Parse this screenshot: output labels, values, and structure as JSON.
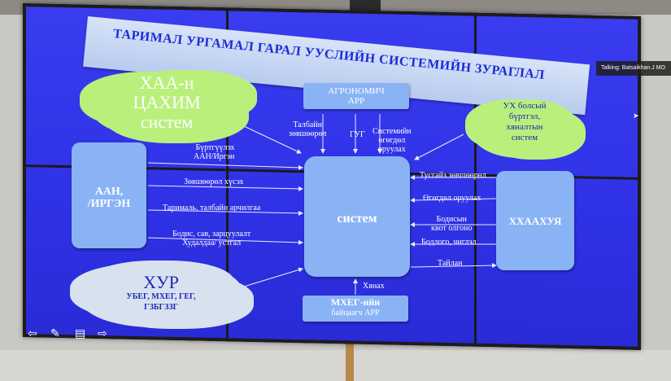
{
  "title": "ТАРИМАЛ УРГАМАЛ ГАРАЛ УУСЛИЙН СИСТЕМИЙН ЗУРАГЛАЛ",
  "nodes": {
    "hkhaa_cloud": [
      "ХАА-н",
      "ЦАХИМ",
      "систем"
    ],
    "agronomist_app": [
      "АГРОНОМИЧ",
      "АРР"
    ],
    "uh_cloud": [
      "УХ болсый",
      "бүртгэл,",
      "хяналтын",
      "систем"
    ],
    "aan_box": [
      "ААН,",
      "/ИРГЭН"
    ],
    "system_box": "систем",
    "hkhaakhuya_box": "ХХААХУЯ",
    "khur_cloud": [
      "ХУР",
      "УБЕГ, МХЕГ, ГЕГ,",
      "ГЗБГЗЗГ"
    ],
    "mkheg_box": [
      "МХЕГ-ийн",
      "байцаагч АРР"
    ]
  },
  "edges": {
    "talbain": [
      "Талбайн",
      "зөвшөөрөл"
    ],
    "gug": "ГУГ",
    "sistemiin": [
      "Системийн",
      "өгөгдөл",
      "оруулах"
    ],
    "burtguulekh": [
      "Бүртгүүлэх",
      "ААН/Иргэн"
    ],
    "zovshoorol_khuseh": "Зөвшөөрөл хүсэх",
    "tarimal": "Тарималь, талбайн арчилгаа",
    "bodis": [
      "Бодис, сав, зарцуулалт",
      "Худалдаа/ устгал"
    ],
    "tusgai": "Тусгайз зөвшөөрөл",
    "ogogdol": "Өгөгдөл оруулах",
    "bodisyn": [
      "Бодисын",
      "квот олгоно"
    ],
    "bodlogo": "Бодлого, чиглэл",
    "tailan": "Тайлан",
    "khyanakh": "Хянах"
  },
  "overlay": {
    "talking": "Talking: Batsaikhan.J MO"
  },
  "icons": [
    "back-arrow-icon",
    "pen-icon",
    "keyboard-icon",
    "forward-arrow-icon"
  ],
  "colors": {
    "screen": "#3a3cf0",
    "box": "#89b3f5",
    "cloud_green": "#b9f07c",
    "cloud_grey": "#d8e2ef",
    "title_band": "#c9d8f4",
    "title_text": "#1b2bd8"
  }
}
